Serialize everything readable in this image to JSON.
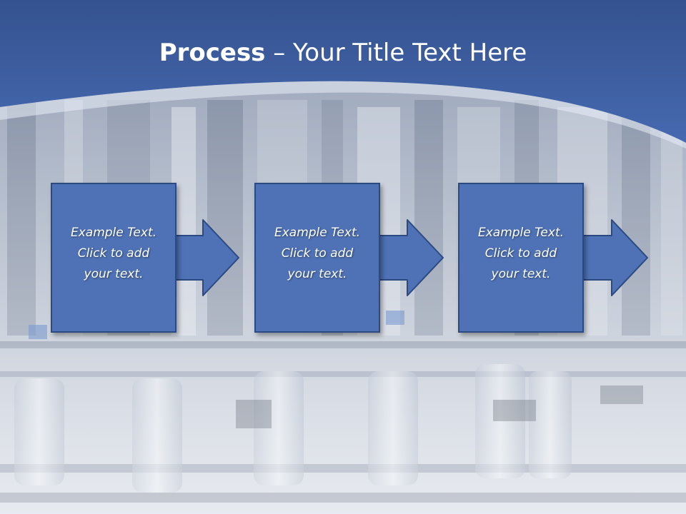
{
  "slide": {
    "title_bold": "Process",
    "title_rest": " – Your Title Text Here",
    "steps": [
      {
        "line1": "Example Text.",
        "line2": "Click  to add",
        "line3": "your text."
      },
      {
        "line1": "Example Text.",
        "line2": "Click  to add",
        "line3": "your text."
      },
      {
        "line1": "Example Text.",
        "line2": "Click  to add",
        "line3": "your text."
      }
    ]
  },
  "colors": {
    "header": "#3f64ad",
    "box_fill": "#4f72b6",
    "box_border": "#2c4a82",
    "text": "#ffffff"
  }
}
